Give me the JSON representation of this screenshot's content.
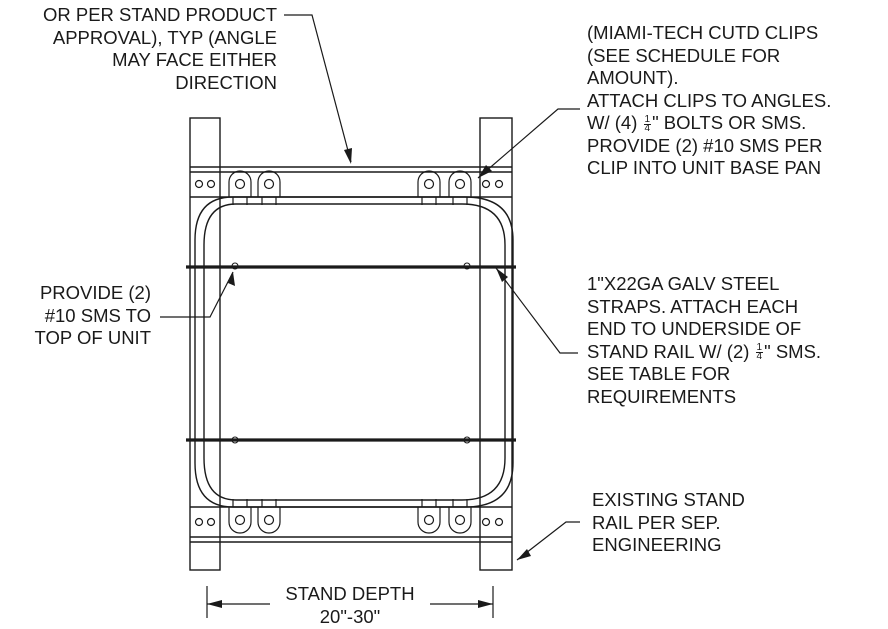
{
  "labels": {
    "top_left": [
      "OR PER STAND PRODUCT",
      "APPROVAL), TYP (ANGLE",
      "MAY FACE EITHER",
      "DIRECTION"
    ],
    "top_right": [
      "(MIAMI-TECH CUTD CLIPS",
      "(SEE SCHEDULE FOR",
      "AMOUNT).",
      "ATTACH CLIPS TO ANGLES."
    ],
    "bolts": {
      "pre": "W/ (4) ",
      "num": "1",
      "den": "4",
      "post": "\" BOLTS OR SMS."
    },
    "provide_lines": [
      "PROVIDE (2) #10 SMS PER",
      "CLIP INTO UNIT BASE PAN"
    ],
    "left_mid": [
      "PROVIDE (2)",
      "#10 SMS TO",
      "TOP OF UNIT"
    ],
    "straps": [
      "1\"X22GA GALV STEEL",
      "STRAPS. ATTACH EACH",
      "END TO UNDERSIDE OF"
    ],
    "stand_rail": {
      "pre": "STAND RAIL W/ (2) ",
      "num": "1",
      "den": "4",
      "post": "\" SMS."
    },
    "straps_tail": [
      "SEE TABLE FOR",
      "REQUIREMENTS"
    ],
    "existing": [
      "EXISTING STAND",
      "RAIL PER SEP.",
      "ENGINEERING"
    ],
    "dimension": [
      "STAND DEPTH",
      "20\"-30\""
    ]
  },
  "colors": {
    "ink": "#1a1a1a",
    "background": "#ffffff"
  }
}
